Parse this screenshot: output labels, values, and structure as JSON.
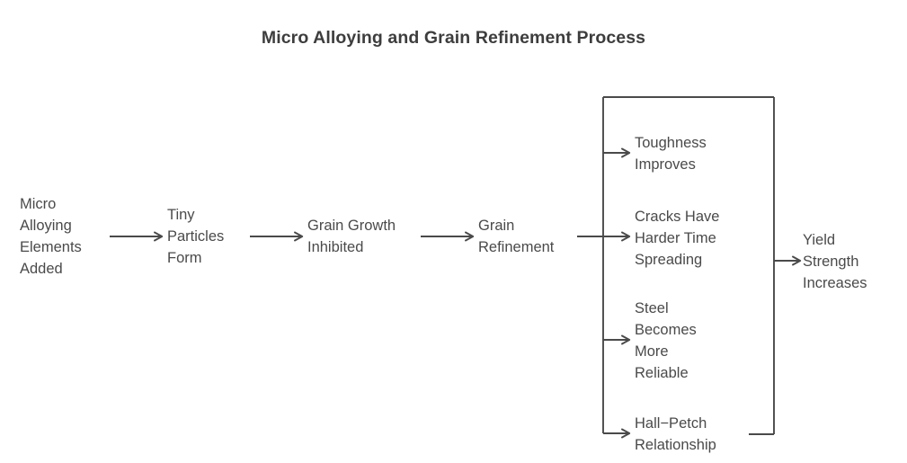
{
  "title": "Micro Alloying and Grain Refinement Process",
  "colors": {
    "text": "#4a4a4a",
    "title": "#3d3d3d",
    "stroke": "#4a4a4a",
    "background": "#ffffff"
  },
  "nodes": {
    "micro_alloying": "Micro\nAlloying\nElements\nAdded",
    "tiny_particles": "Tiny\nParticles\nForm",
    "grain_growth": "Grain Growth\nInhibited",
    "grain_refinement": "Grain\nRefinement",
    "toughness": "Toughness\nImproves",
    "cracks": "Cracks Have\nHarder Time\nSpreading",
    "steel_reliable": "Steel\nBecomes\nMore\nReliable",
    "hall_petch": "Hall−Petch\nRelationship",
    "yield_strength": "Yield\nStrength\nIncreases"
  },
  "chart_data": {
    "type": "diagram",
    "title": "Micro Alloying and Grain Refinement Process",
    "layout": "left-to-right flowchart with a bracketed fan-out of four parallel outcomes converging to one final node",
    "stages": [
      "Micro Alloying Elements Added",
      "Tiny Particles Form",
      "Grain Growth Inhibited",
      "Grain Refinement"
    ],
    "branches": [
      "Toughness Improves",
      "Cracks Have Harder Time Spreading",
      "Steel Becomes More Reliable",
      "Hall−Petch Relationship"
    ],
    "final": "Yield Strength Increases",
    "edges": [
      {
        "from": "Micro Alloying Elements Added",
        "to": "Tiny Particles Form"
      },
      {
        "from": "Tiny Particles Form",
        "to": "Grain Growth Inhibited"
      },
      {
        "from": "Grain Growth Inhibited",
        "to": "Grain Refinement"
      },
      {
        "from": "Grain Refinement",
        "to": "Toughness Improves"
      },
      {
        "from": "Grain Refinement",
        "to": "Cracks Have Harder Time Spreading"
      },
      {
        "from": "Grain Refinement",
        "to": "Steel Becomes More Reliable"
      },
      {
        "from": "Grain Refinement",
        "to": "Hall−Petch Relationship"
      },
      {
        "from": "Toughness Improves",
        "to": "Yield Strength Increases"
      },
      {
        "from": "Cracks Have Harder Time Spreading",
        "to": "Yield Strength Increases"
      },
      {
        "from": "Steel Becomes More Reliable",
        "to": "Yield Strength Increases"
      },
      {
        "from": "Hall−Petch Relationship",
        "to": "Yield Strength Increases"
      }
    ]
  }
}
